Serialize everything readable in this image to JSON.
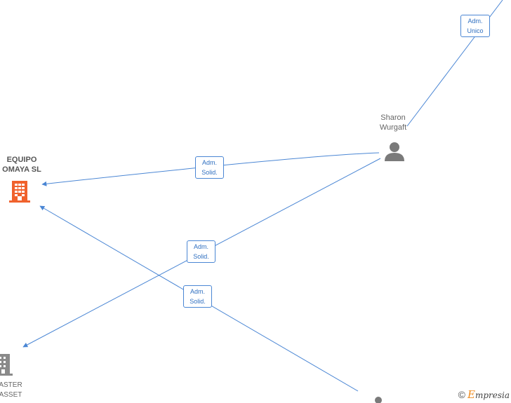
{
  "nodes": {
    "company_top": {
      "label_line1": "EQUIPO",
      "label_line2": "OMAYA  SL",
      "icon": "building-icon",
      "color": "#f0622d"
    },
    "company_bottom": {
      "label_line1": "ASTER",
      "label_line2": "ASSET",
      "icon": "building-icon",
      "color": "#8a8a8a"
    },
    "person_sharon": {
      "label_line1": "Sharon",
      "label_line2": "Wurgaft",
      "icon": "person-icon",
      "color": "#7a7a7a"
    },
    "person_bottom": {
      "icon": "person-icon",
      "color": "#7a7a7a"
    }
  },
  "edges": [
    {
      "role_line1": "Adm.",
      "role_line2": "Unico"
    },
    {
      "role_line1": "Adm.",
      "role_line2": "Solid."
    },
    {
      "role_line1": "Adm.",
      "role_line2": "Solid."
    },
    {
      "role_line1": "Adm.",
      "role_line2": "Solid."
    }
  ],
  "brand": {
    "copyright": "©",
    "initial": "E",
    "rest": "mpresia"
  },
  "colors": {
    "edge": "#4a86d4",
    "badge_text": "#2f6fc0"
  }
}
